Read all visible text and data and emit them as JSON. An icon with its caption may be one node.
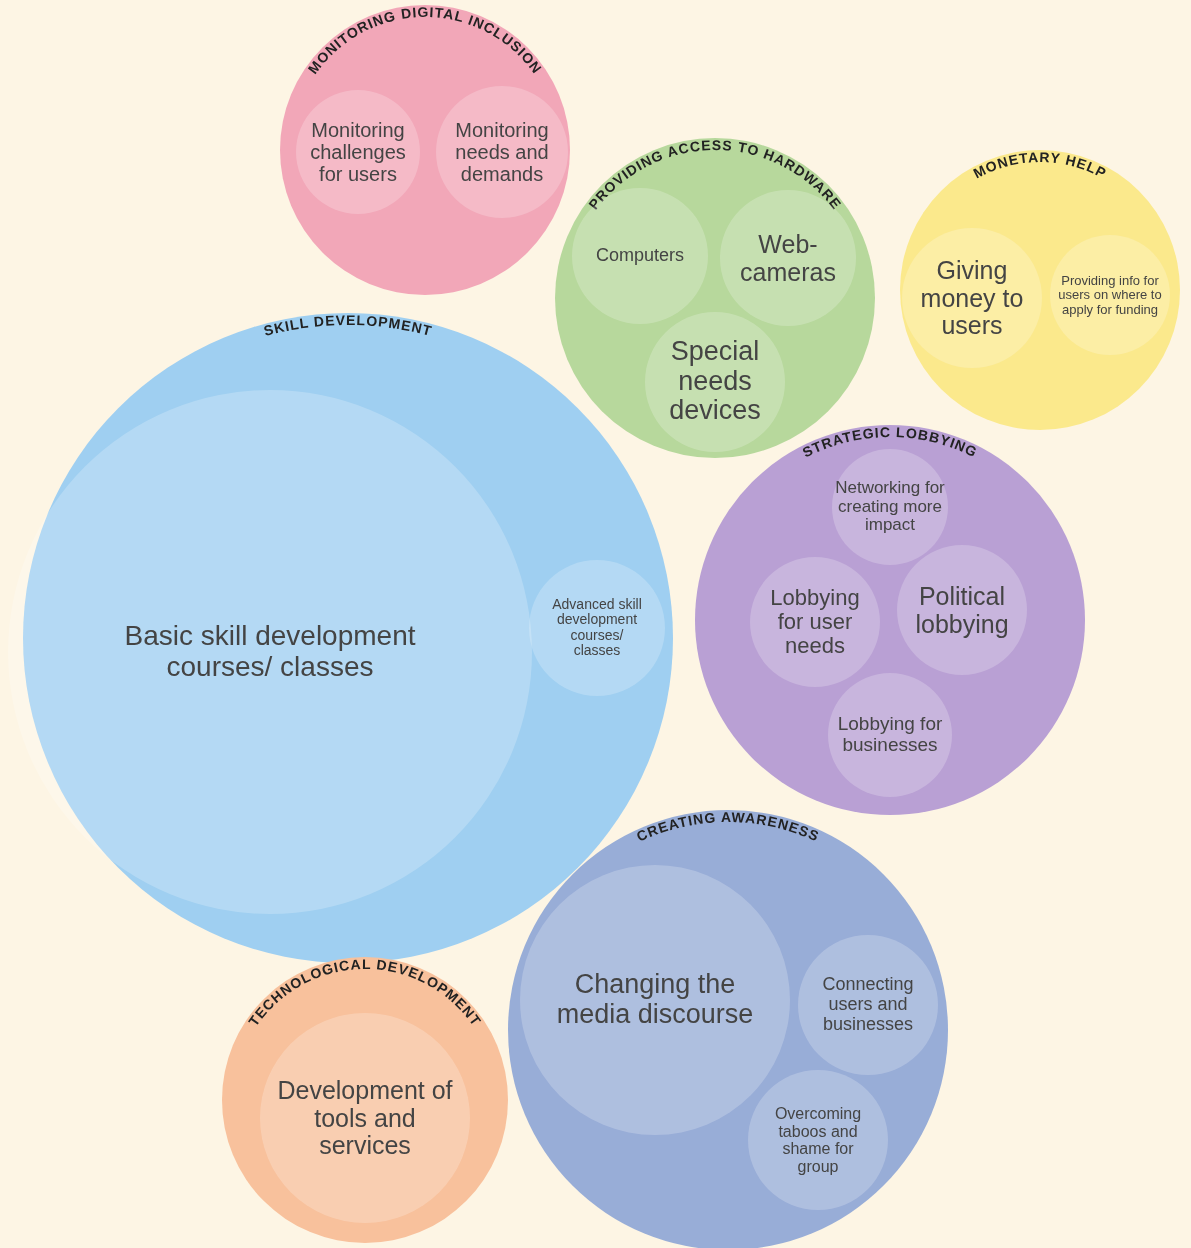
{
  "diagram": {
    "nodes": [
      {
        "text": [
          "MONITORING DIGITAL INCLUSION"
        ]
      },
      {
        "text": [
          "Monitoring challenges for users"
        ],
        "in": 0
      },
      {
        "text": [
          "Monitoring needs and demands"
        ],
        "in": 0
      },
      {
        "text": [
          "PROVIDING ACCESS TO HARDWARE"
        ]
      },
      {
        "text": [
          "Computers"
        ],
        "in": 3
      },
      {
        "text": [
          "Web-cameras"
        ],
        "in": 3
      },
      {
        "text": [
          "Special needs devices"
        ],
        "in": 3
      },
      {
        "text": [
          "MONETARY HELP"
        ]
      },
      {
        "text": [
          "Giving money to users"
        ],
        "in": 7
      },
      {
        "text": [
          "Providing info for users on where to apply for funding"
        ],
        "in": 7
      },
      {
        "text": [
          "SKILL DEVELOPMENT"
        ]
      },
      {
        "text": [
          "Basic skill development courses/ classes"
        ],
        "in": 10
      },
      {
        "text": [
          "Advanced skill development courses/ classes"
        ],
        "in": 10
      },
      {
        "text": [
          "STRATEGIC LOBBYING"
        ]
      },
      {
        "text": [
          "Networking for creating more impact"
        ],
        "in": 13
      },
      {
        "text": [
          "Lobbying for user needs"
        ],
        "in": 13
      },
      {
        "text": [
          "Political lobbying"
        ],
        "in": 13
      },
      {
        "text": [
          "Lobbying for businesses"
        ],
        "in": 13
      },
      {
        "text": [
          "CREATING AWARENESS"
        ]
      },
      {
        "text": [
          "Changing the media discourse"
        ],
        "in": 18
      },
      {
        "text": [
          "Connecting users and businesses"
        ],
        "in": 18
      },
      {
        "text": [
          "Overcoming taboos and shame for group"
        ],
        "in": 18
      },
      {
        "text": [
          "TECHNOLOGICAL DEVELOPMENT"
        ]
      },
      {
        "text": [
          "Development of tools and services"
        ],
        "in": 22
      }
    ],
    "edges": []
  }
}
